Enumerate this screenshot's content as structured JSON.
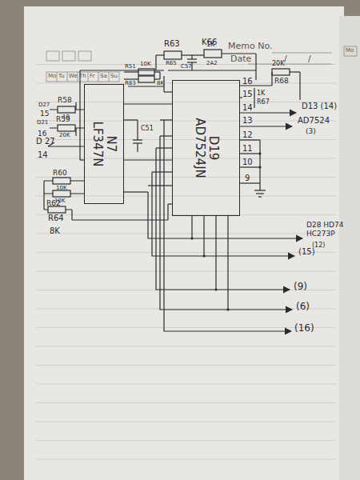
{
  "diagram": {
    "nodes": [
      {
        "text": [
          "N7",
          "LF347N"
        ]
      },
      {
        "text": [
          "D19",
          "AD7524JN"
        ]
      }
    ],
    "labels": [
      "Mo",
      "Tu",
      "We",
      "Th",
      "Fr",
      "Sa",
      "Su",
      "Memo No.",
      "Date",
      "/",
      "/",
      "Mo",
      "R63",
      "R65",
      "K66",
      "1K",
      "C57",
      "2A2",
      "10K",
      "R51",
      "R83",
      "8K",
      "R58",
      "10",
      "D27",
      "15",
      "R59",
      "20K",
      "D21",
      "16",
      "D 27",
      "14",
      "R60",
      "10K",
      "10K",
      "R62",
      "R64",
      "8K",
      "C51",
      "16",
      "15",
      "14",
      "13",
      "12",
      "11",
      "10",
      "9",
      "20K",
      "R68",
      "1K",
      "R67",
      "D13 (14)",
      "AD7524",
      "(3)",
      "D28 HD74",
      "HC273P",
      "(12)",
      "(15)",
      "(9)",
      "(6)",
      "(16)"
    ]
  }
}
